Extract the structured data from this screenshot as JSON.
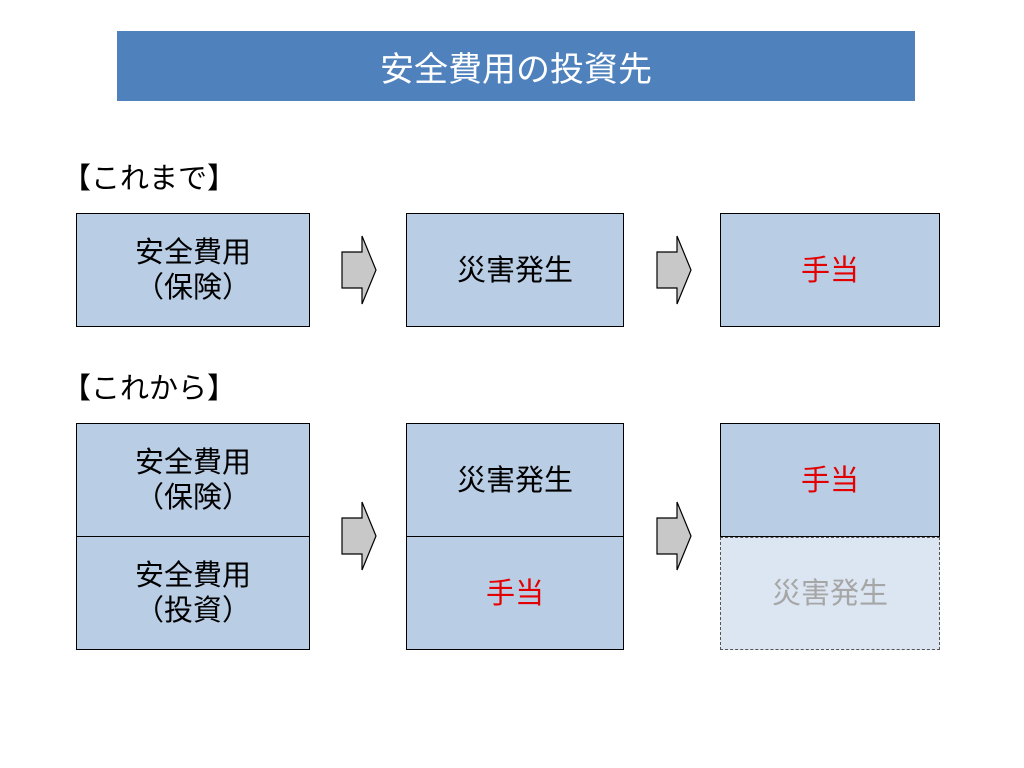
{
  "title": "安全費用の投資先",
  "before": {
    "label": "【これまで】",
    "box1": {
      "line1": "安全費用",
      "line2": "（保険）"
    },
    "box2": "災害発生",
    "box3": "手当"
  },
  "after": {
    "label": "【これから】",
    "box1_top": {
      "line1": "安全費用",
      "line2": "（保険）"
    },
    "box1_bottom": {
      "line1": "安全費用",
      "line2": "（投資）"
    },
    "box2_top": "災害発生",
    "box2_bottom": "手当",
    "box3_top": "手当",
    "box3_bottom": "災害発生"
  },
  "colors": {
    "title_bg": "#4f81bd",
    "box_fill": "#b9cde5",
    "faded_fill": "#dce6f2",
    "highlight_text": "#e30000",
    "faded_text": "#a6a6a6",
    "arrow_fill": "#c8c8c8"
  },
  "icons": {
    "flow_arrow": "right-arrow-icon"
  }
}
